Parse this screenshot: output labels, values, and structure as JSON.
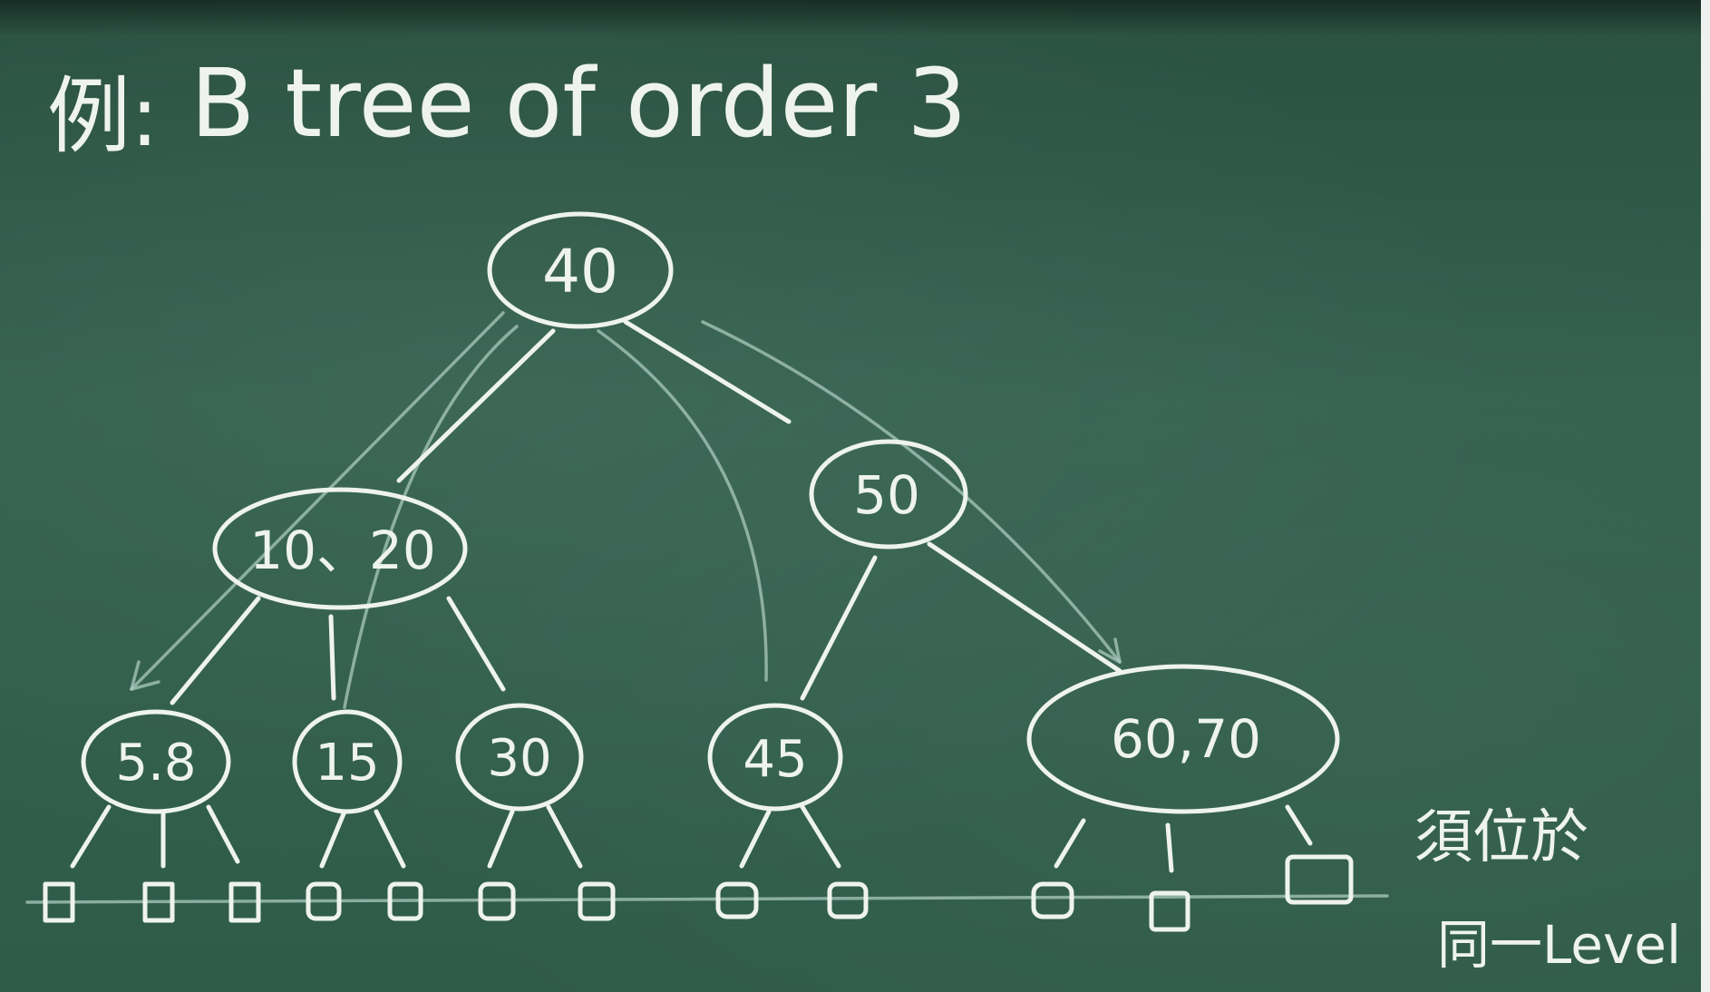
{
  "title": {
    "prefix": "例:",
    "text": "B tree of order 3"
  },
  "nodes": [
    {
      "id": "root",
      "keys": "40"
    },
    {
      "id": "l1-left",
      "keys": "10、20"
    },
    {
      "id": "l1-right",
      "keys": "50"
    },
    {
      "id": "leaf-1",
      "keys": "5.8"
    },
    {
      "id": "leaf-2",
      "keys": "15"
    },
    {
      "id": "leaf-3",
      "keys": "30"
    },
    {
      "id": "leaf-4",
      "keys": "45"
    },
    {
      "id": "leaf-5",
      "keys": "60,70"
    }
  ],
  "annotation": {
    "line1": "須位於",
    "line2": "同一Level"
  },
  "colors": {
    "board": "#2f5a4a",
    "chalk": "#eef3ee"
  }
}
